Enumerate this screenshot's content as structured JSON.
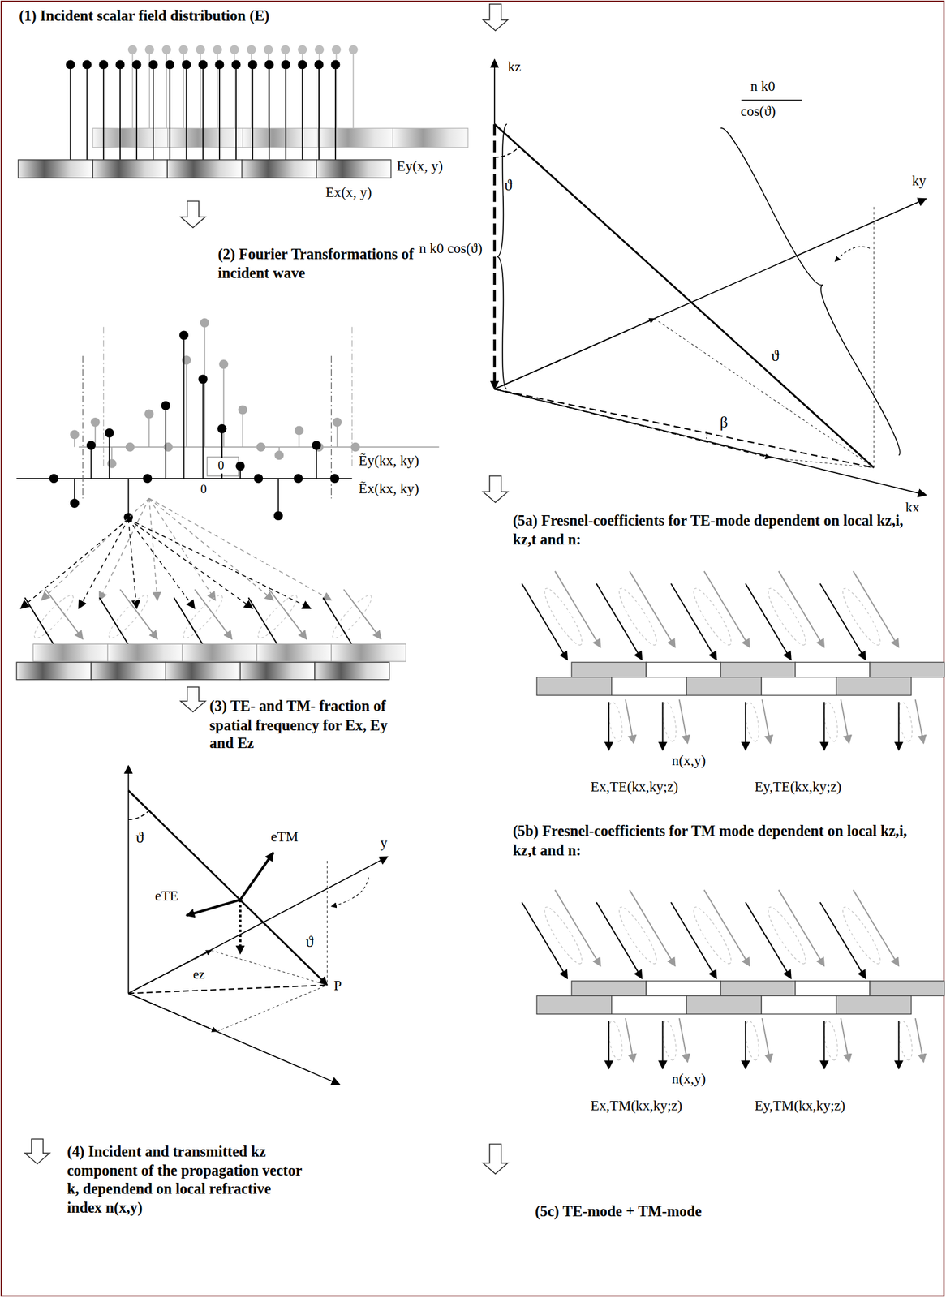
{
  "diagram": {
    "labels": [
      "(1) Incident scalar field distribution (E)",
      "Ey(x, y)",
      "Ex(x, y)",
      "(2) Fourier Transformations of incident wave",
      "Ẽy(kx, ky)",
      "0",
      "0",
      "Ẽx(kx, ky)",
      "(3) TE- and TM- fraction of spatial frequency for Ex, Ey and Ez",
      "ϑ",
      "eTM",
      "eTE",
      "y",
      "ϑ",
      "ez",
      "P",
      "(4) Incident and transmitted kz component of the propagation vector k, dependend on local refractive index n(x,y)",
      "kz",
      "ϑ",
      "n k0 cos(ϑ)",
      "n k0",
      "cos(ϑ)",
      "ky",
      "ϑ",
      "β",
      "kx",
      "(5a) Fresnel-coefficients for TE-mode dependent on local kz,i, kz,t and n:",
      "n(x,y)",
      "Ex,TE(kx,ky;z)",
      "Ey,TE(kx,ky;z)",
      "(5b) Fresnel-coefficients for TM mode dependent on local kz,i, kz,t and n:",
      "n(x,y)",
      "Ex,TM(kx,ky;z)",
      "Ey,TM(kx,ky;z)",
      "(5c) TE-mode + TM-mode"
    ]
  }
}
